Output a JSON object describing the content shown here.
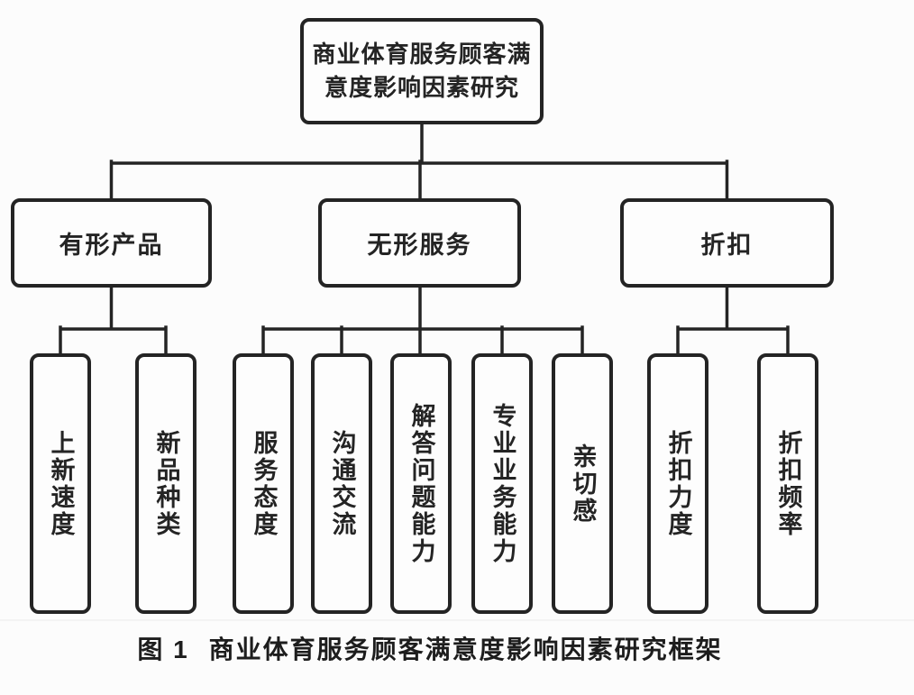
{
  "colors": {
    "ink": "#242424",
    "page_background": "#fcfcfc",
    "box_background": "#fdfdfd"
  },
  "diagram": {
    "root": {
      "lines": [
        "商业体育服务顾客满",
        "意度影响因素研究"
      ]
    },
    "branches": [
      {
        "label": "有形产品",
        "children": [
          "上新速度",
          "新品种类"
        ]
      },
      {
        "label": "无形服务",
        "children": [
          "服务态度",
          "沟通交流",
          "解答问题能力",
          "专业业务能力",
          "亲切感"
        ]
      },
      {
        "label": "折扣",
        "children": [
          "折扣力度",
          "折扣频率"
        ]
      }
    ]
  },
  "caption": {
    "figure_label": "图 1",
    "title": "商业体育服务顾客满意度影响因素研究框架"
  }
}
